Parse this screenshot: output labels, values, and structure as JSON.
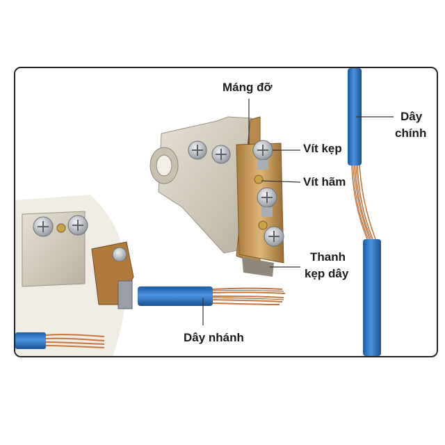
{
  "labels": {
    "mang_do": "Máng đỡ",
    "vit_kep": "Vít kẹp",
    "vit_ham": "Vít hãm",
    "thanh_line1": "Thanh",
    "thanh_line2": "kẹp dây",
    "day_chinh_line1": "Dây",
    "day_chinh_line2": "chính",
    "day_nhanh": "Dây nhánh"
  },
  "colors": {
    "wire_blue": "#2f77c9",
    "copper": "#c8743a",
    "brass": "#c99a55",
    "housing": "#d9d3c4",
    "screw": "#b8bcc4",
    "leader": "#333333"
  }
}
